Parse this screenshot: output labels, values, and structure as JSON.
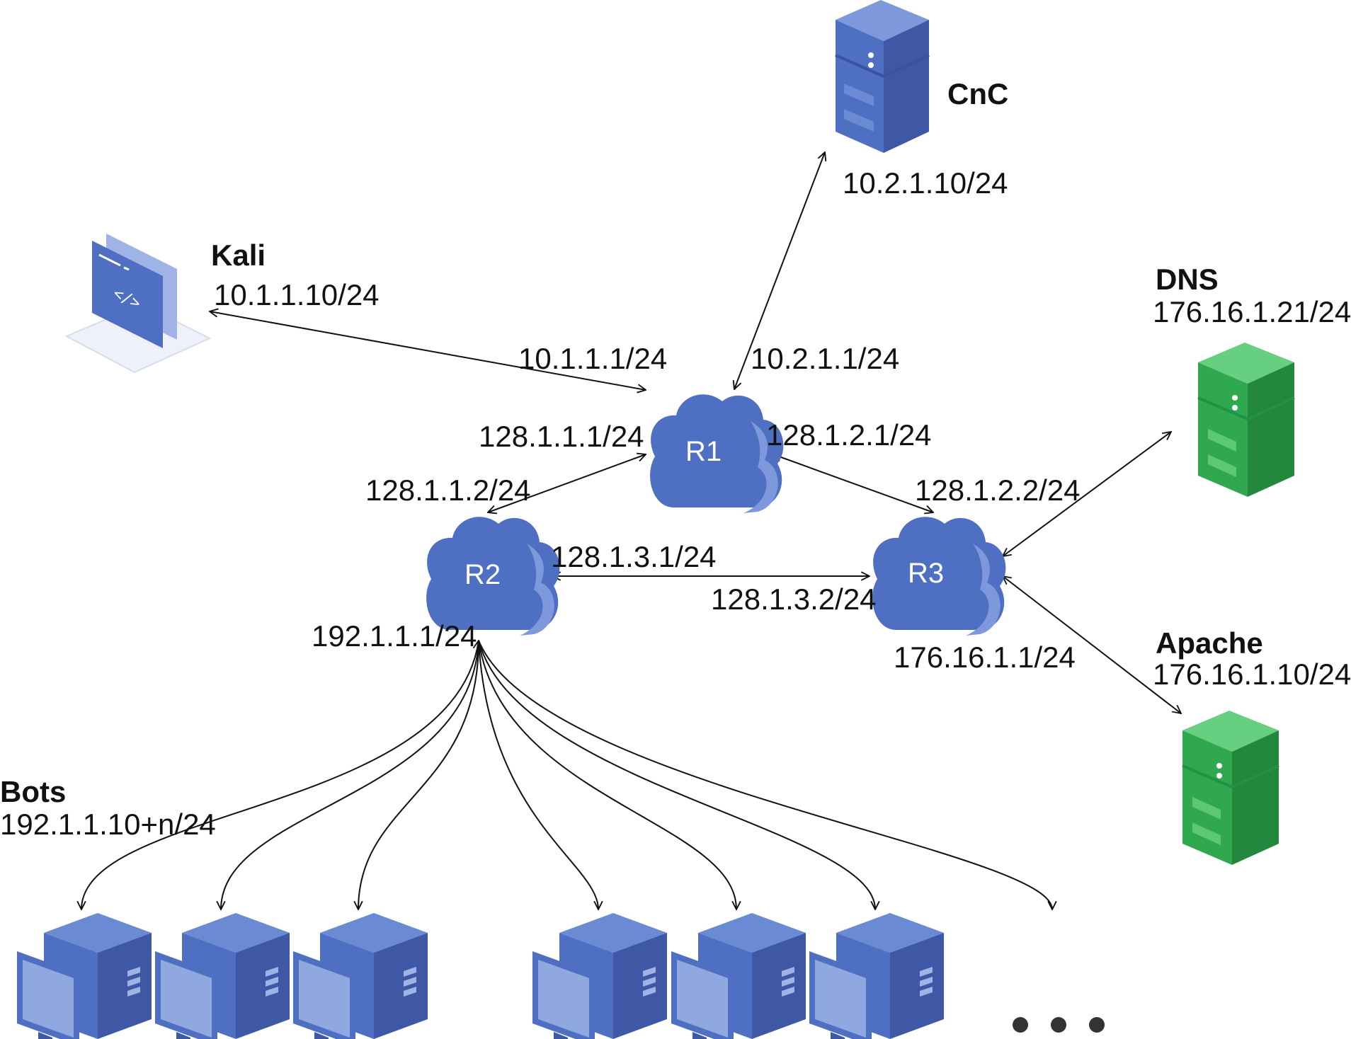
{
  "nodes": {
    "cnc": {
      "name": "CnC",
      "ip": "10.2.1.10/24"
    },
    "kali": {
      "name": "Kali",
      "ip": "10.1.1.10/24"
    },
    "dns": {
      "name": "DNS",
      "ip": "176.16.1.21/24"
    },
    "apache": {
      "name": "Apache",
      "ip": "176.16.1.10/24"
    },
    "bots": {
      "name": "Bots",
      "ip": "192.1.1.10+n/24"
    }
  },
  "routers": {
    "r1": {
      "name": "R1"
    },
    "r2": {
      "name": "R2"
    },
    "r3": {
      "name": "R3"
    }
  },
  "interfaces": {
    "r1_kali": "10.1.1.1/24",
    "r1_cnc": "10.2.1.1/24",
    "r1_r2": "128.1.1.1/24",
    "r1_r3": "128.1.2.1/24",
    "r2_r1": "128.1.1.2/24",
    "r3_r1": "128.1.2.2/24",
    "r2_r3": "128.1.3.1/24",
    "r3_r2": "128.1.3.2/24",
    "r2_bots": "192.1.1.1/24",
    "r3_servers": "176.16.1.1/24"
  },
  "colors": {
    "blue": "#4f6fc2",
    "blue_light": "#6b8ad4",
    "blue_dark": "#3f58a6",
    "green": "#2fa84f",
    "green_light": "#5cc777",
    "green_dark": "#23873d",
    "line": "#111111"
  },
  "icons": {
    "kali": "laptop-icon",
    "cnc": "server-icon",
    "dns": "server-icon",
    "apache": "server-icon",
    "router": "cloud-router-icon",
    "bot": "desktop-computer-icon"
  },
  "bots_more_indicator": "ellipsis"
}
